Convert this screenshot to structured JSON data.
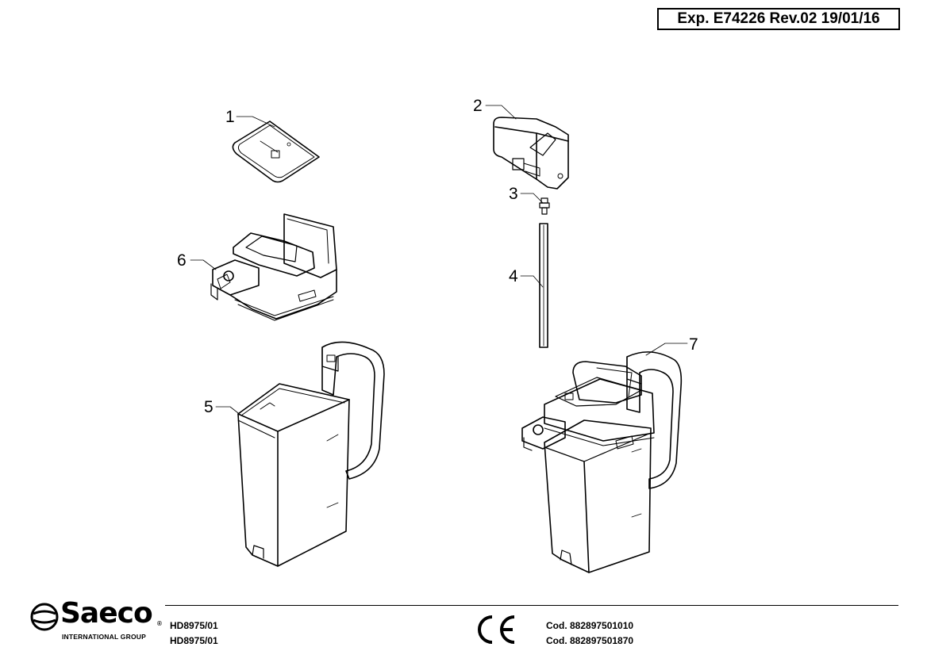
{
  "header": {
    "doc_ref": "Exp. E74226 Rev.02 19/01/16"
  },
  "callouts": [
    "1",
    "2",
    "3",
    "4",
    "5",
    "6",
    "7"
  ],
  "footer": {
    "brand_name": "Saeco",
    "brand_sub": "INTERNATIONAL GROUP",
    "brand_mark": "®",
    "models": [
      "HD8975/01",
      "HD8975/01"
    ],
    "codes": [
      "Cod. 882897501010",
      "Cod. 882897501870"
    ]
  },
  "icons": {
    "part_1": "lid-icon",
    "part_2": "milk-nozzle-icon",
    "part_3": "connector-icon",
    "part_4": "suction-tube-icon",
    "part_5": "milk-jug-icon",
    "part_6": "jug-cover-icon",
    "part_7": "assembled-carafe-icon",
    "brand": "saeco-logo",
    "mark": "ce-mark-icon"
  }
}
